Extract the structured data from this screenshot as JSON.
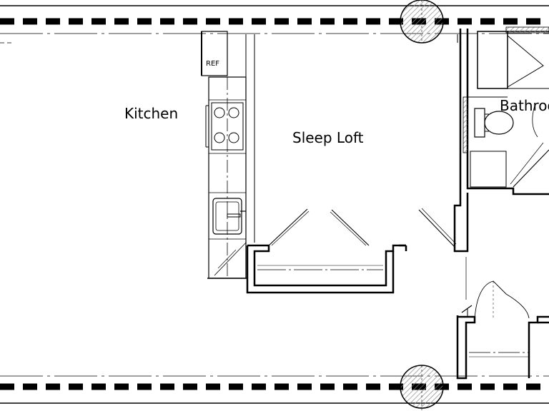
{
  "rooms": {
    "kitchen": "Kitchen",
    "sleep_loft": "Sleep Loft",
    "bathroom": "Bathroom"
  },
  "fixtures": {
    "refrigerator": "REF"
  },
  "colors": {
    "ink": "#000000",
    "hatch": "#888888",
    "column_fill": "#cccccc",
    "background": "#ffffff"
  }
}
